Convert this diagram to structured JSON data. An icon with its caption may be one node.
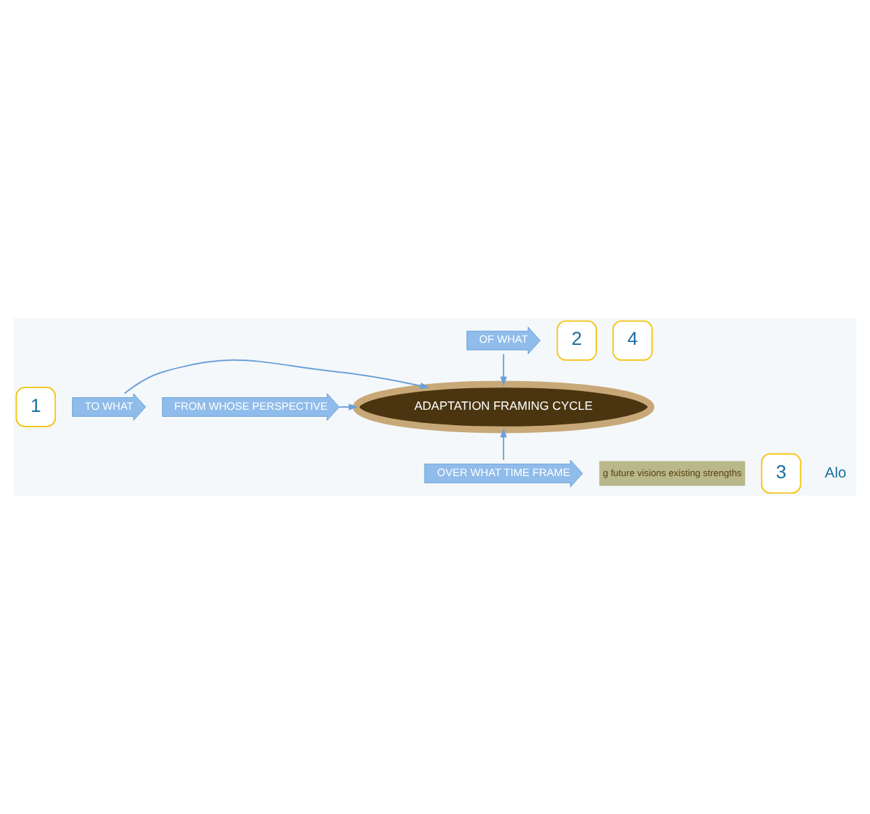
{
  "diagram": {
    "nodes": [
      {
        "text": [
          "1"
        ]
      },
      {
        "text": [
          "TO WHAT"
        ]
      },
      {
        "text": [
          "2"
        ]
      },
      {
        "text": [
          "OF WHAT"
        ]
      },
      {
        "text": [
          "4"
        ]
      },
      {
        "text": [
          "FROM WHOSE PERSPECTIVE"
        ]
      },
      {
        "text": [
          "ADAPTATION FRAMING CYCLE"
        ]
      },
      {
        "text": [
          "g future visions existing strengths"
        ]
      },
      {
        "text": [
          "OVER WHAT TIME FRAME"
        ]
      },
      {
        "text": [
          "3"
        ]
      }
    ],
    "edges": [
      {
        "from": 1,
        "to": 6,
        "arrow": "to"
      },
      {
        "from": 3,
        "to": 6,
        "arrow": "to"
      },
      {
        "from": 5,
        "to": 6,
        "arrow": "to"
      },
      {
        "from": 8,
        "to": 6,
        "arrow": "to"
      }
    ],
    "labels": [
      "Alo"
    ]
  }
}
